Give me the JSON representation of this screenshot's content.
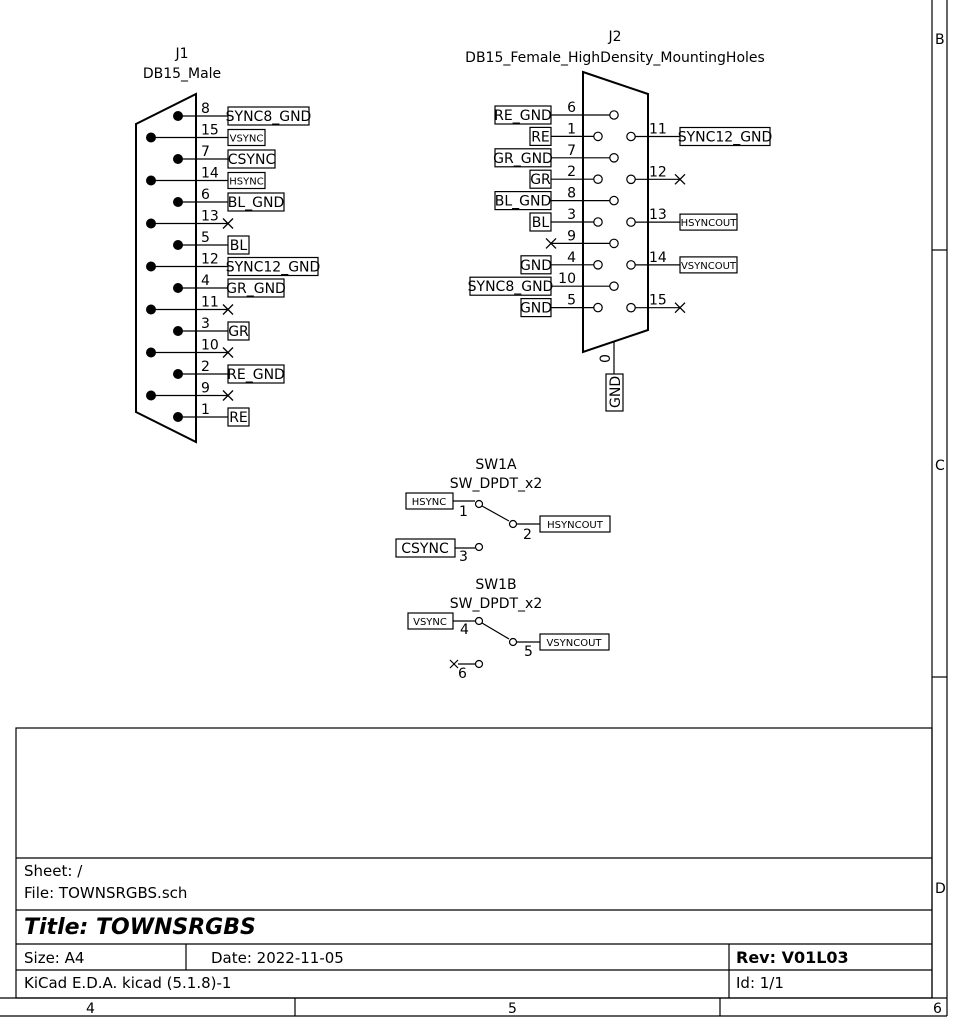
{
  "j1": {
    "ref": "J1",
    "value": "DB15_Male",
    "pins": [
      {
        "num": "8",
        "net": "SYNC8_GND"
      },
      {
        "num": "15",
        "net": "VSYNC"
      },
      {
        "num": "7",
        "net": "CSYNC"
      },
      {
        "num": "14",
        "net": "HSYNC"
      },
      {
        "num": "6",
        "net": "BL_GND"
      },
      {
        "num": "13",
        "net": ""
      },
      {
        "num": "5",
        "net": "BL"
      },
      {
        "num": "12",
        "net": "SYNC12_GND"
      },
      {
        "num": "4",
        "net": "GR_GND"
      },
      {
        "num": "11",
        "net": ""
      },
      {
        "num": "3",
        "net": "GR"
      },
      {
        "num": "10",
        "net": ""
      },
      {
        "num": "2",
        "net": "RE_GND"
      },
      {
        "num": "9",
        "net": ""
      },
      {
        "num": "1",
        "net": "RE"
      }
    ]
  },
  "j2": {
    "ref": "J2",
    "value": "DB15_Female_HighDensity_MountingHoles",
    "left_pins": [
      {
        "num": "6",
        "net": "RE_GND"
      },
      {
        "num": "1",
        "net": "RE"
      },
      {
        "num": "7",
        "net": "GR_GND"
      },
      {
        "num": "2",
        "net": "GR"
      },
      {
        "num": "8",
        "net": "BL_GND"
      },
      {
        "num": "3",
        "net": "BL"
      },
      {
        "num": "9",
        "net": ""
      },
      {
        "num": "4",
        "net": "GND"
      },
      {
        "num": "10",
        "net": "SYNC8_GND"
      },
      {
        "num": "5",
        "net": "GND"
      }
    ],
    "right_pins": [
      {
        "num": "11",
        "net": "SYNC12_GND"
      },
      {
        "num": "12",
        "net": ""
      },
      {
        "num": "13",
        "net": "HSYNCOUT"
      },
      {
        "num": "14",
        "net": "VSYNCOUT"
      },
      {
        "num": "15",
        "net": ""
      }
    ],
    "shield_pin": "0",
    "shield_net": "GND"
  },
  "sw1a": {
    "ref": "SW1A",
    "value": "SW_DPDT_x2",
    "pin_in": "1",
    "net_in": "HSYNC",
    "pin_out": "2",
    "net_out": "HSYNCOUT",
    "pin_alt": "3",
    "net_alt": "CSYNC"
  },
  "sw1b": {
    "ref": "SW1B",
    "value": "SW_DPDT_x2",
    "pin_in": "4",
    "net_in": "VSYNC",
    "pin_out": "5",
    "net_out": "VSYNCOUT",
    "pin_alt": "6",
    "net_alt": ""
  },
  "title_block": {
    "sheet": "Sheet: /",
    "file": "File: TOWNSRGBS.sch",
    "title": "Title: TOWNSRGBS",
    "size": "Size: A4",
    "date": "Date: 2022-11-05",
    "rev": "Rev: V01L03",
    "tool": "KiCad E.D.A.  kicad (5.1.8)-1",
    "id": "Id: 1/1"
  },
  "border": {
    "rows": [
      "B",
      "C",
      "D"
    ],
    "cols": [
      "4",
      "5",
      "6"
    ]
  }
}
